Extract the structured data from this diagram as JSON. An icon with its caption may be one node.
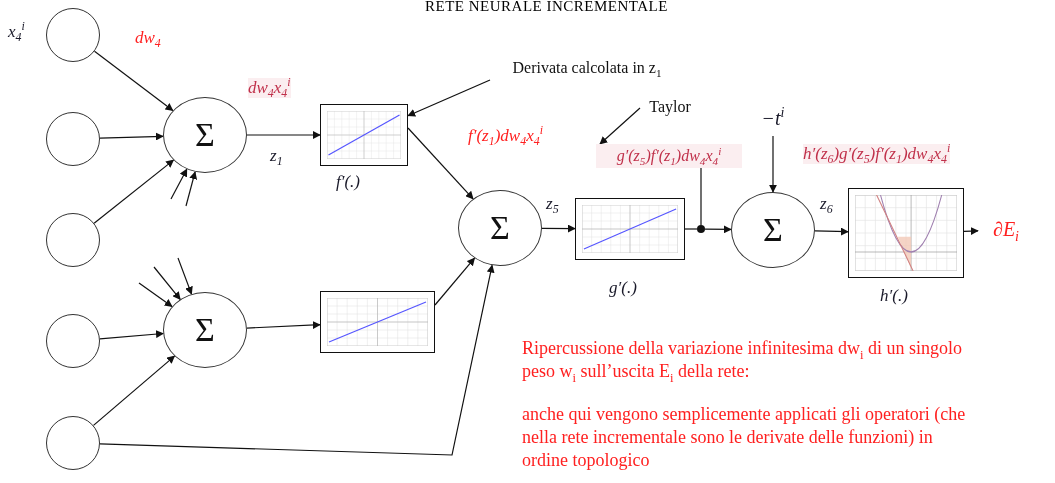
{
  "diagram": {
    "title": "RETE NEURALE INCREMENTALE",
    "nodes": [
      {
        "text": [],
        "shape": "circle",
        "beside": [
          "x$_{4}$$^{i}$"
        ]
      },
      {
        "text": [],
        "shape": "circle"
      },
      {
        "text": [],
        "shape": "circle"
      },
      {
        "text": [],
        "shape": "circle"
      },
      {
        "text": [],
        "shape": "circle"
      },
      {
        "text": [
          "Σ"
        ]
      },
      {
        "text": [
          "Σ"
        ]
      },
      {
        "text": [],
        "shape": "picture",
        "beside": [
          "f′(.)"
        ]
      },
      {
        "text": [],
        "shape": "picture"
      },
      {
        "text": [
          "Σ"
        ]
      },
      {
        "text": [],
        "shape": "picture",
        "beside": [
          "g′(.)"
        ]
      },
      {
        "text": [],
        "shape": "circle"
      },
      {
        "text": [
          "Σ"
        ]
      },
      {
        "text": [],
        "shape": "picture",
        "beside": [
          "h′(.)"
        ]
      },
      {
        "text": [
          "∂E$_{i}$"
        ]
      },
      {
        "text": [
          "−t$^{i}$"
        ]
      },
      {
        "text": [
          "Derivata calcolata in z$_{1}$"
        ]
      },
      {
        "text": [
          "Taylor"
        ]
      },
      {
        "text": [
          "g′(z$_{5}$)f′(z$_{1}$)dw$_{4}$x$_{4}$$^{i}$"
        ]
      }
    ],
    "edges": [
      {
        "from": 0,
        "to": 5,
        "arrow": "to"
      },
      {
        "from": 1,
        "to": 5,
        "arrow": "to"
      },
      {
        "from": 2,
        "to": 5,
        "arrow": "to"
      },
      {
        "from": null,
        "to": 5,
        "arrow": "to"
      },
      {
        "from": null,
        "to": 5,
        "arrow": "to"
      },
      {
        "from": null,
        "to": 6,
        "arrow": "to"
      },
      {
        "from": null,
        "to": 6,
        "arrow": "to"
      },
      {
        "from": null,
        "to": 6,
        "arrow": "to"
      },
      {
        "from": 3,
        "to": 6,
        "arrow": "to"
      },
      {
        "from": 4,
        "to": 6,
        "arrow": "to"
      },
      {
        "from": 4,
        "to": 9,
        "arrow": "to"
      },
      {
        "from": 5,
        "to": 7,
        "arrow": "to"
      },
      {
        "from": 6,
        "to": 8,
        "arrow": "to"
      },
      {
        "from": 7,
        "to": 9,
        "arrow": "to"
      },
      {
        "from": 8,
        "to": 9,
        "arrow": "to"
      },
      {
        "from": 9,
        "to": 10,
        "arrow": "to"
      },
      {
        "from": 10,
        "to": 11,
        "arrow": "none"
      },
      {
        "from": 11,
        "to": 12,
        "arrow": "to"
      },
      {
        "from": 15,
        "to": 12,
        "arrow": "to"
      },
      {
        "from": 12,
        "to": 13,
        "arrow": "to"
      },
      {
        "from": 13,
        "to": 14,
        "arrow": "to"
      },
      {
        "from": 16,
        "to": 7,
        "arrow": "to"
      },
      {
        "from": 17,
        "to": 18,
        "arrow": "to"
      },
      {
        "from": 18,
        "to": 11,
        "arrow": "none"
      }
    ],
    "labels": [
      "dw$_{4}$",
      "dw$_{4}$x$_{4}$$^{i}$",
      "z$_{1}$",
      "f′(z$_{1}$)dw$_{4}$x$_{4}$$^{i}$",
      "z$_{5}$",
      "z$_{6}$",
      "h′(z$_{6}$)g′(z$_{5}$)f′(z$_{1}$)dw$_{4}$x$_{4}$$^{i}$",
      "Ripercussione della variazione infinitesima dw$_{i}$ di un singolo peso w$_{i}$ sull’uscita E$_{i}$ della rete:",
      "anche qui vengono semplicemente applicati gli operatori (che nella rete incrementale sono le derivate delle funzioni) in ordine topologico"
    ]
  }
}
